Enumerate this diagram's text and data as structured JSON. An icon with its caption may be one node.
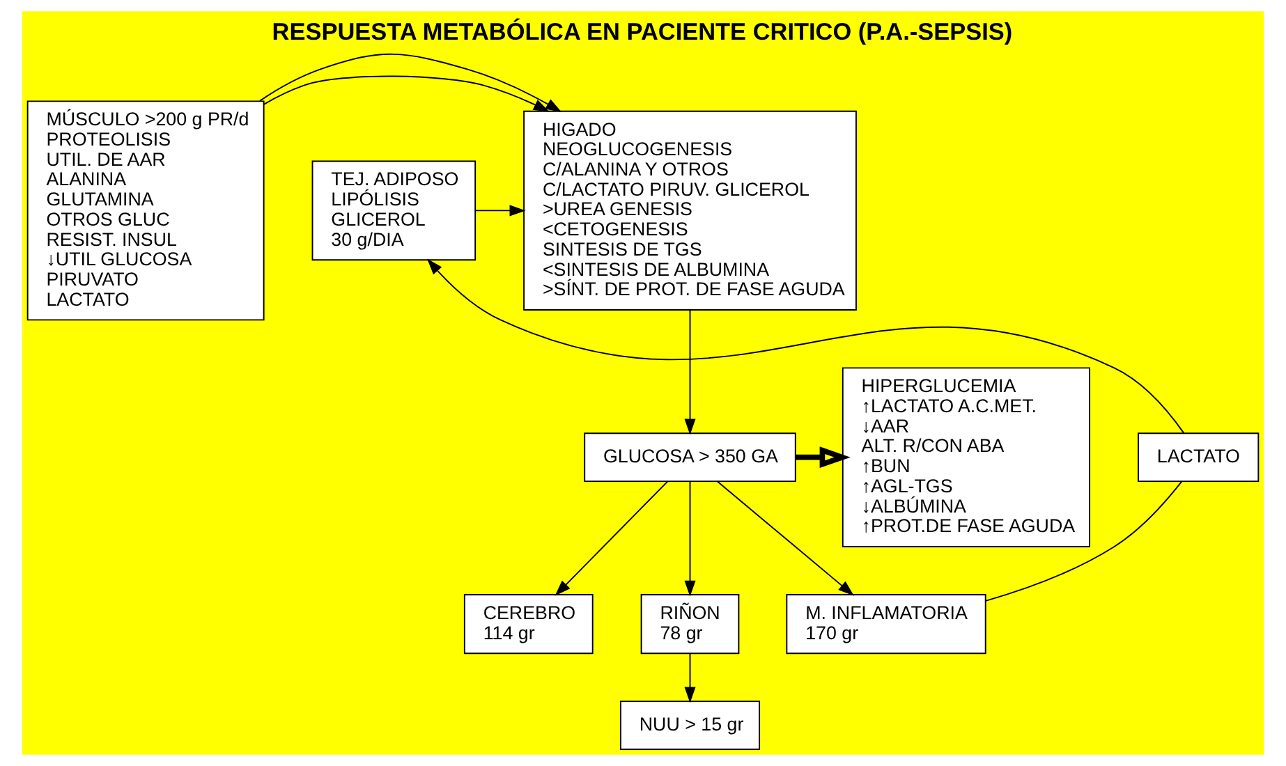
{
  "diagram": {
    "title": "RESPUESTA METABÓLICA EN PACIENTE CRITICO (P.A.-SEPSIS)",
    "nodes": [
      {
        "text": [
          "MÚSCULO >200 g PR/d",
          "PROTEOLISIS",
          "UTIL. DE AAR",
          "ALANINA",
          "GLUTAMINA",
          "OTROS GLUC",
          "RESIST. INSUL",
          "↓UTIL GLUCOSA",
          "PIRUVATO",
          "LACTATO"
        ]
      },
      {
        "text": [
          "HIGADO",
          "NEOGLUCOGENESIS",
          "C/ALANINA Y OTROS",
          "C/LACTATO PIRUV. GLICEROL",
          ">UREA GENESIS",
          "<CETOGENESIS",
          "SINTESIS DE TGS",
          "<SINTESIS DE ALBUMINA",
          ">SÍNT. DE PROT. DE FASE AGUDA"
        ]
      },
      {
        "text": [
          "TEJ. ADIPOSO",
          "LIPÓLISIS",
          "GLICEROL",
          "30 g/DIA"
        ]
      },
      {
        "text": [
          "HIPERGLUCEMIA",
          "↑LACTATO A.C.MET.",
          "↓AAR",
          "ALT. R/CON ABA",
          "↑BUN",
          "↑AGL-TGS",
          "↓ALBÚMINA",
          "↑PROT.DE FASE AGUDA"
        ]
      },
      {
        "text": [
          "GLUCOSA > 350 GA"
        ]
      },
      {
        "text": [
          "LACTATO"
        ]
      },
      {
        "text": [
          "CEREBRO",
          "114 gr"
        ]
      },
      {
        "text": [
          "RIÑON",
          "78 gr"
        ]
      },
      {
        "text": [
          "M. INFLAMATORIA",
          "170 gr"
        ]
      },
      {
        "text": [
          "NUU > 15 gr"
        ]
      }
    ],
    "edges": [
      {
        "from": 0,
        "to": 1,
        "arrow": "to"
      },
      {
        "from": 0,
        "to": 1,
        "arrow": "to"
      },
      {
        "from": 2,
        "to": 1,
        "arrow": "to"
      },
      {
        "from": 1,
        "to": 4,
        "arrow": "to"
      },
      {
        "from": 4,
        "to": 3,
        "arrow": "to",
        "style": "thick"
      },
      {
        "from": 4,
        "to": 6,
        "arrow": "to"
      },
      {
        "from": 4,
        "to": 7,
        "arrow": "to"
      },
      {
        "from": 4,
        "to": 8,
        "arrow": "to"
      },
      {
        "from": 7,
        "to": 9,
        "arrow": "to"
      },
      {
        "from": 8,
        "to": 5,
        "arrow": "none"
      },
      {
        "from": 5,
        "to": 2,
        "arrow": "to"
      }
    ]
  }
}
